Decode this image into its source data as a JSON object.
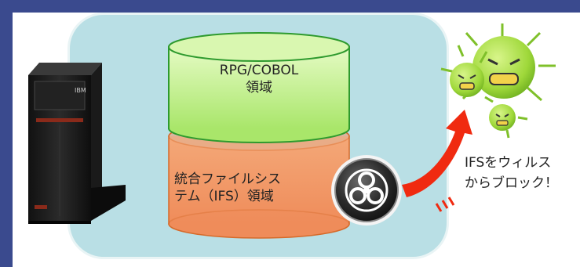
{
  "layers": {
    "upper": {
      "line1": "RPG/COBOL",
      "line2": "領域"
    },
    "lower": {
      "line1": "統合ファイルシス",
      "line2": "テム（IFS）領域"
    }
  },
  "callout": {
    "line1": "IFSをウィルス",
    "line2": "からブロック！"
  },
  "server": {
    "brand": "IBM"
  },
  "icons": [
    "server-icon",
    "biohazard-icon",
    "virus-icon",
    "arrow-icon"
  ],
  "colors": {
    "frame": "#3a4a8e",
    "panel": "#b9dfe5",
    "upper_layer": "#b7ec7a",
    "lower_layer": "#f29a68",
    "arrow": "#f02a10",
    "virus": "#a8e040"
  }
}
